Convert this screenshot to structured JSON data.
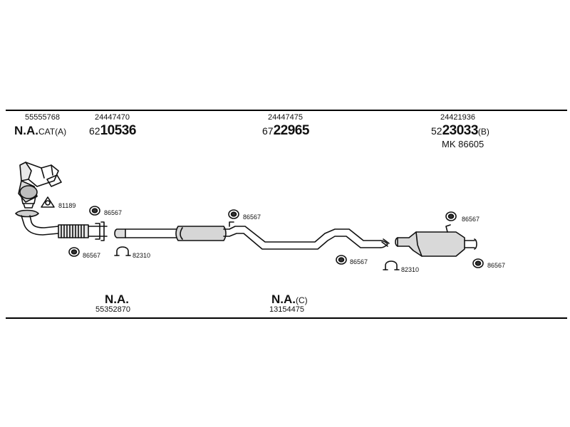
{
  "columns": {
    "left": {
      "part_no": "55555768",
      "label_bold": "N.A.",
      "label_suffix": "CAT(A)"
    },
    "front_pipe": {
      "part_no": "24447470",
      "prefix": "62",
      "number": "10536"
    },
    "middle": {
      "part_no": "24447475",
      "prefix": "67",
      "number": "22965"
    },
    "rear": {
      "part_no": "24421936",
      "prefix": "52",
      "number": "23033",
      "suffix": "(B)",
      "kit": "MK  86605"
    }
  },
  "fittings": {
    "f1": "81189",
    "f2": "86567",
    "f3": "86567",
    "f4": "82310",
    "f5": "86567",
    "f6": "86567",
    "f7": "82310",
    "f8": "86567",
    "f9": "86567"
  },
  "bottom": {
    "left": {
      "label": "N.A.",
      "part_no": "55352870"
    },
    "center": {
      "label_bold": "N.A.",
      "label_suffix": "(C)",
      "part_no": "13154475"
    }
  }
}
